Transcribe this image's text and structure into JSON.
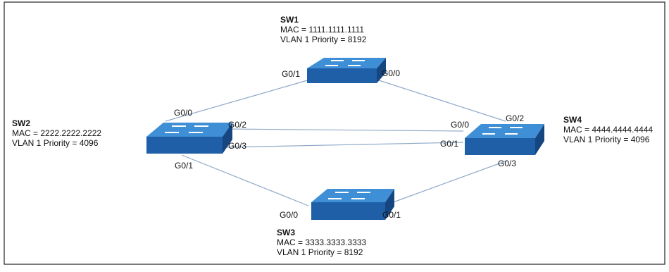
{
  "colors": {
    "switch_top": "#3f8fd6",
    "switch_front": "#1f5fa8",
    "switch_side": "#16467f",
    "link": "#8fa9c8",
    "border": "#222222"
  },
  "switches": {
    "sw1": {
      "name": "SW1",
      "mac": "MAC = 1111.1111.1111",
      "priority": "VLAN 1 Priority = 8192"
    },
    "sw2": {
      "name": "SW2",
      "mac": "MAC = 2222.2222.2222",
      "priority": "VLAN 1 Priority = 4096"
    },
    "sw3": {
      "name": "SW3",
      "mac": "MAC = 3333.3333.3333",
      "priority": "VLAN 1 Priority = 8192"
    },
    "sw4": {
      "name": "SW4",
      "mac": "MAC = 4444.4444.4444",
      "priority": "VLAN 1 Priority = 4096"
    }
  },
  "ports": {
    "sw1_g01": "G0/1",
    "sw1_g00": "G0/0",
    "sw2_g00": "G0/0",
    "sw2_g02": "G0/2",
    "sw2_g03": "G0/3",
    "sw2_g01": "G0/1",
    "sw3_g00": "G0/0",
    "sw3_g01": "G0/1",
    "sw4_g00": "G0/0",
    "sw4_g02": "G0/2",
    "sw4_g01": "G0/1",
    "sw4_g03": "G0/3"
  }
}
